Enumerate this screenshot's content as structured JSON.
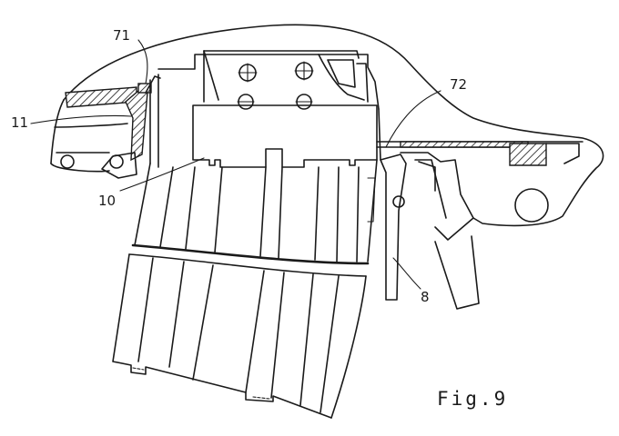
{
  "figure": {
    "caption": "Fig.9",
    "labels": {
      "ref_71": "71",
      "ref_72": "72",
      "ref_11": "11",
      "ref_10": "10",
      "ref_8": "8"
    }
  }
}
